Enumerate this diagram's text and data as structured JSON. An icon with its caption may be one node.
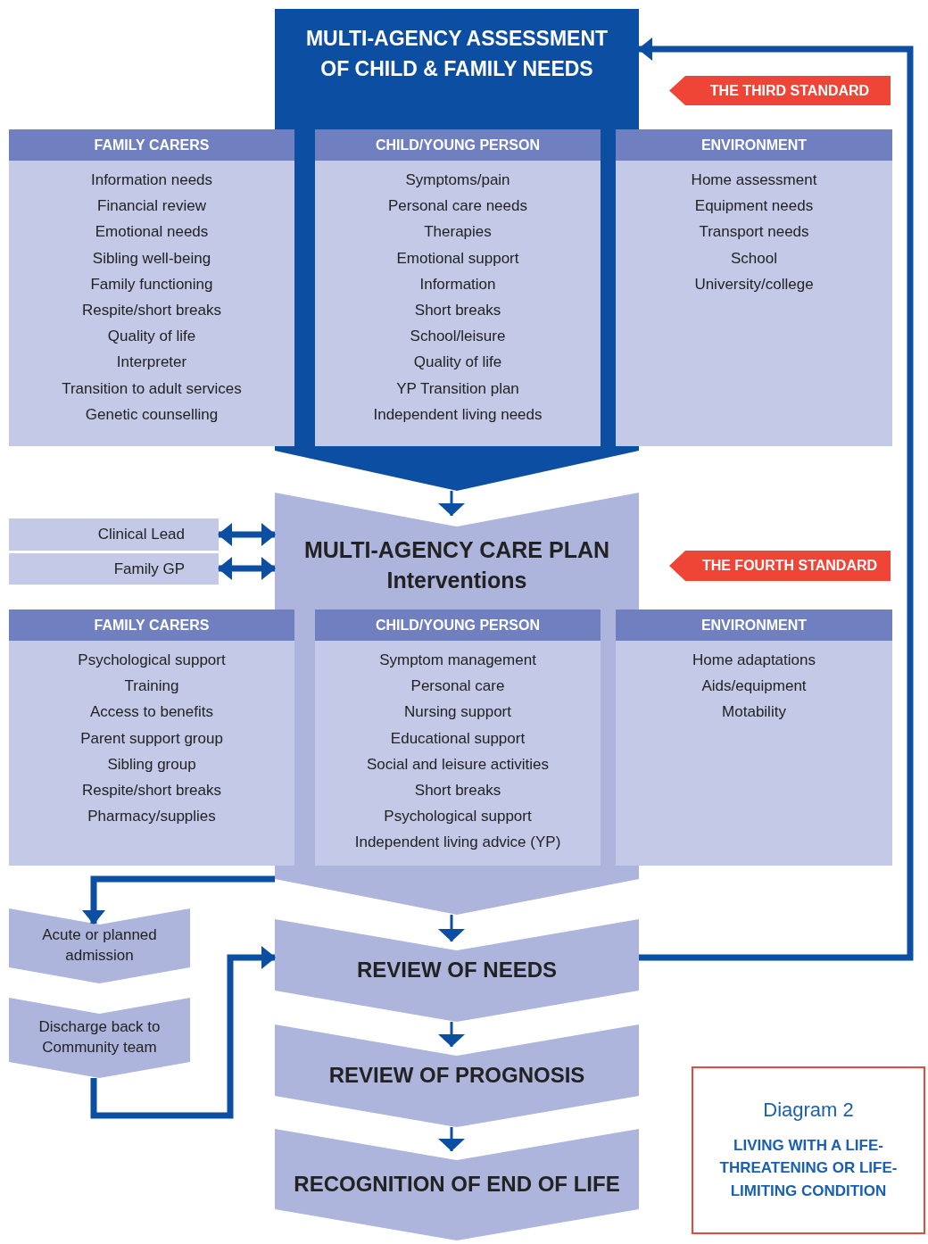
{
  "diagram": {
    "nodes": [
      {
        "text": [
          "MULTI-AGENCY ASSESSMENT OF CHILD & FAMILY NEEDS"
        ]
      },
      {
        "text": [
          "FAMILY CARERS",
          "Information needs",
          "Financial review",
          "Emotional needs",
          "Sibling well-being",
          "Family functioning",
          "Respite/short breaks",
          "Quality of life",
          "Interpreter",
          "Transition to adult services",
          "Genetic counselling"
        ]
      },
      {
        "text": [
          "CHILD/YOUNG PERSON",
          "Symptoms/pain",
          "Personal care needs",
          "Therapies",
          "Emotional support",
          "Information",
          "Short breaks",
          "School/leisure",
          "Quality of life",
          "YP Transition plan",
          "Independent living needs"
        ],
        "in": 0
      },
      {
        "text": [
          "ENVIRONMENT",
          "Home assessment",
          "Equipment needs",
          "Transport needs",
          "School",
          "University/college"
        ]
      },
      {
        "text": [
          "THE THIRD STANDARD"
        ]
      },
      {
        "text": [
          "MULTI-AGENCY CARE PLAN",
          "Interventions"
        ]
      },
      {
        "text": [
          "Clinical Lead"
        ]
      },
      {
        "text": [
          "Family GP"
        ]
      },
      {
        "text": [
          "FAMILY CARERS",
          "Psychological support",
          "Training",
          "Access to benefits",
          "Parent support group",
          "Sibling group",
          "Respite/short breaks",
          "Pharmacy/supplies"
        ]
      },
      {
        "text": [
          "CHILD/YOUNG PERSON",
          "Symptom management",
          "Personal care",
          "Nursing support",
          "Educational support",
          "Social and leisure activities",
          "Short breaks",
          "Psychological support",
          "Independent living advice (YP)"
        ],
        "in": 5
      },
      {
        "text": [
          "ENVIRONMENT",
          "Home adaptations",
          "Aids/equipment",
          "Motability"
        ]
      },
      {
        "text": [
          "THE FOURTH STANDARD"
        ]
      },
      {
        "text": [
          "Acute or planned admission"
        ]
      },
      {
        "text": [
          "Discharge back to Community team"
        ]
      },
      {
        "text": [
          "REVIEW OF NEEDS"
        ]
      },
      {
        "text": [
          "REVIEW OF PROGNOSIS"
        ]
      },
      {
        "text": [
          "RECOGNITION OF END OF LIFE"
        ]
      },
      {
        "text": [
          "Diagram 2",
          "LIVING WITH A LIFE-THREATENING OR LIFE-LIMITING CONDITION"
        ]
      }
    ],
    "edges": [
      {
        "from": 0,
        "to": 5,
        "arrow": "to"
      },
      {
        "from": 6,
        "to": 5,
        "arrow": "both"
      },
      {
        "from": 7,
        "to": 5,
        "arrow": "both"
      },
      {
        "from": 5,
        "to": 12,
        "arrow": "to"
      },
      {
        "from": 5,
        "to": 14,
        "arrow": "to"
      },
      {
        "from": 13,
        "to": 14,
        "arrow": "to"
      },
      {
        "from": 14,
        "to": 0,
        "arrow": "to"
      },
      {
        "from": 14,
        "to": 15,
        "arrow": "to"
      },
      {
        "from": 15,
        "to": 16,
        "arrow": "to"
      }
    ]
  }
}
